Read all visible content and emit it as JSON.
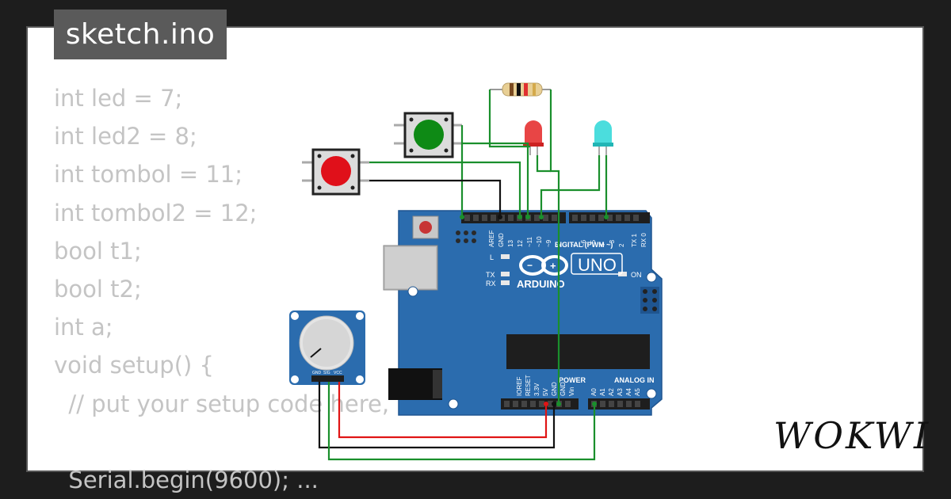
{
  "window": {
    "title": "sketch.ino"
  },
  "code_lines": [
    "int led = 7;",
    "int led2 = 8;",
    "int tombol = 11;",
    "int tombol2 = 12;",
    "bool t1;",
    "bool t2;",
    "int a;",
    "void setup() {",
    "  // put your setup code here,",
    "",
    "  Serial.begin(9600); ..."
  ],
  "board": {
    "logo": "ARDUINO",
    "model": "UNO",
    "digital_header": "DIGITAL (PWM ~)",
    "digital_pins": [
      "AREF",
      "GND",
      "13",
      "12",
      "~11",
      "~10",
      "~9",
      "8",
      "7",
      "~6",
      "~5",
      "4",
      "~3",
      "2",
      "TX 1",
      "RX 0"
    ],
    "power_header": "POWER",
    "power_pins": [
      "IOREF",
      "RESET",
      "3.3V",
      "5V",
      "GND",
      "GND",
      "Vin"
    ],
    "analog_header": "ANALOG IN",
    "analog_pins": [
      "A0",
      "A1",
      "A2",
      "A3",
      "A4",
      "A5"
    ],
    "led_labels": {
      "l": "L",
      "tx": "TX",
      "rx": "RX",
      "on": "ON"
    }
  },
  "potentiometer": {
    "pins": [
      "GND",
      "SIG",
      "VCC"
    ]
  },
  "components": {
    "button_red_color": "#e0101a",
    "button_green_color": "#0e8a15",
    "led_red_color": "#e53131",
    "led_cyan_color": "#37d9d9"
  },
  "colors": {
    "board": "#2b6cae",
    "wire_green": "#1a8f2c",
    "wire_red": "#e01515",
    "wire_black": "#111111"
  },
  "brand": "WOKWI"
}
